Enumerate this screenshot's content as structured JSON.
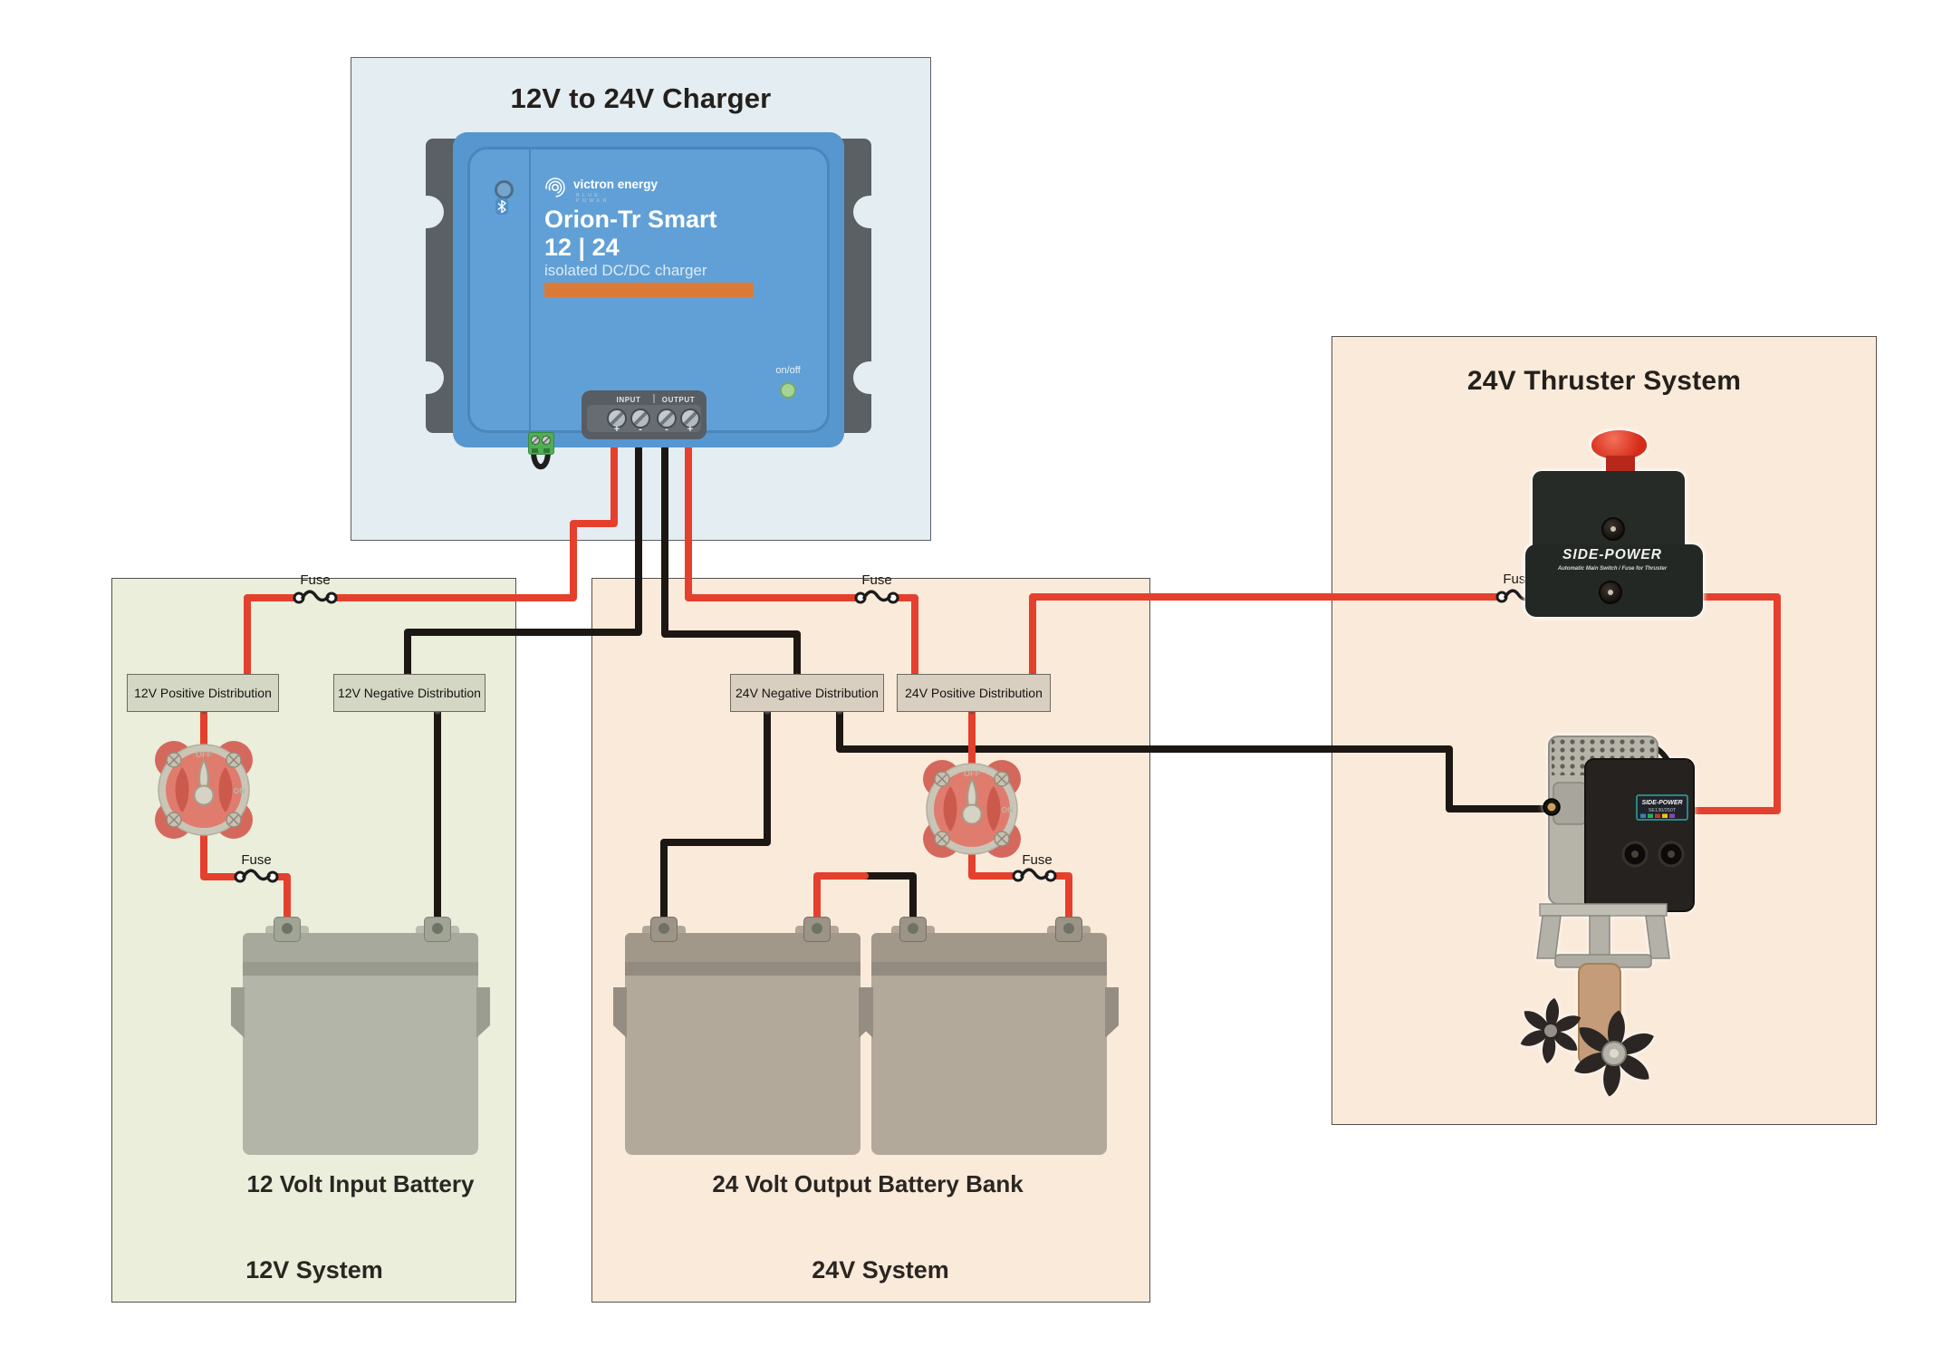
{
  "diagram": {
    "charger": {
      "title": "12V to 24V Charger",
      "device": {
        "brand": "victron energy",
        "brand_tagline": "BLUE POWER",
        "model": "Orion-Tr Smart",
        "voltage_ratio": "12 | 24",
        "description": "isolated DC/DC charger",
        "on_off_label": "on/off",
        "input_label": "INPUT",
        "output_label": "OUTPUT",
        "terminal_signs": [
          "+",
          "-",
          "-",
          "+"
        ]
      }
    },
    "system_12v": {
      "label": "12V System",
      "battery_label": "12 Volt Input Battery",
      "positive_distribution": "12V Positive Distribution",
      "negative_distribution": "12V Negative Distribution",
      "main_fuse_label": "Fuse",
      "battery_fuse_label": "Fuse",
      "switch_off": "OFF",
      "switch_on": "ON"
    },
    "system_24v": {
      "label": "24V System",
      "battery_label": "24 Volt Output Battery Bank",
      "positive_distribution": "24V Positive Distribution",
      "negative_distribution": "24V Negative Distribution",
      "main_fuse_label": "Fuse",
      "battery_fuse_label": "Fuse",
      "switch_off": "OFF",
      "switch_on": "ON"
    },
    "thruster_system": {
      "title": "24V Thruster System",
      "fuse_label": "Fuse",
      "main_switch": {
        "brand": "SIDE-POWER",
        "subtitle": "Automatic Main Switch / Fuse for Thruster"
      },
      "thruster": {
        "brand": "SIDE-POWER",
        "model": "SE130/250T"
      }
    },
    "colors": {
      "positive_wire": "#e5402d",
      "negative_wire": "#1c1712",
      "charger_region_bg": "#e3edf2",
      "system_12v_region_bg": "#eaeedb",
      "system_24v_region_bg": "#faeada",
      "victron_blue": "#5697d0",
      "victron_orange": "#db7a36",
      "battery_switch_red": "#d4685c"
    }
  }
}
